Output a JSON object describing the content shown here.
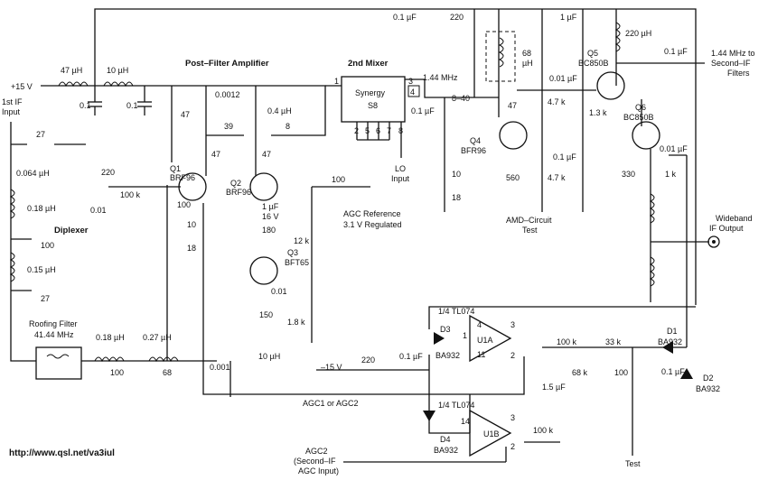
{
  "labels": {
    "supply": "+15 V",
    "ind47u": "47 µH",
    "ind10u": "10 µH",
    "cap01a": "0.1",
    "cap01b": "0.1",
    "post_filter": "Post–Filter Amplifier",
    "mixer_title": "2nd Mixer",
    "synergy": "Synergy",
    "s8": "S8",
    "mix_freq": "1.44 MHz",
    "pin1": "1",
    "pin3": "3",
    "pin4": "4",
    "pins_bottom": [
      "2",
      "5",
      "6",
      "7",
      "8"
    ],
    "lo_input": "LO",
    "lo_input2": "Input",
    "c0012": "0.0012",
    "ind04u": "0.4 µH",
    "c39": "39",
    "c8": "8",
    "r47a": "47",
    "r47b": "47",
    "r47c": "47",
    "q1": "Q1",
    "q1_type": "BRF96",
    "q2": "Q2",
    "q2_type": "BRF96",
    "q3": "Q3",
    "q3_type": "BFT65",
    "r100a": "100 k",
    "r100b": "100",
    "c001a": "0.01",
    "r10a": "10",
    "r18a": "18",
    "c1u16v": "1 µF",
    "v16": "16 V",
    "r180": "180",
    "r100c": "100",
    "agc_ref": "AGC Reference",
    "agc_ref2": "3.1 V Regulated",
    "r12k": "12 k",
    "c001b": "0.01",
    "r150": "150",
    "r18k": "1.8 k",
    "ind10u_b": "10 µH",
    "first_if": "1st IF",
    "first_if2": "Input",
    "r27": "27",
    "ind0064": "0.064 µH",
    "c220a": "220",
    "ind018a": "0.18 µH",
    "diplexer": "Diplexer",
    "c100a": "100",
    "ind015": "0.15 µH",
    "c27": "27",
    "roofing": "Roofing Filter",
    "roofing_freq": "41.44 MHz",
    "ind018b": "0.18 µH",
    "ind027": "0.27 µH",
    "c100b": "100",
    "c68": "68",
    "c0001": "0.001",
    "c01top": "0.1 µF",
    "c220top": "220",
    "c1utop": "1 µF",
    "ind220u": "220 µH",
    "ind68u": "68",
    "ind68u2": "µH",
    "c840": "8–40",
    "c01mid": "0.1 µF",
    "r47d": "47",
    "q4": "Q4",
    "q4_type": "BFR96",
    "r10b": "10",
    "r18b": "18",
    "r560": "560",
    "c001c": "0.01 µF",
    "r47k_a": "4.7 k",
    "r13k": "1.3 k",
    "c01c": "0.1 µF",
    "r47k_b": "4.7 k",
    "amd": "AMD–Circuit",
    "amd2": "Test",
    "q5": "Q5",
    "q5_type": "BC850B",
    "c01d": "0.1 µF",
    "out_label": "1.44 MHz to",
    "out_label2": "Second–IF",
    "out_label3": "Filters",
    "q6": "Q6",
    "q6_type": "BC850B",
    "c001d": "0.01 µF",
    "r330": "330",
    "r1k": "1 k",
    "wideband": "Wideband",
    "wideband2": "IF Output",
    "tl074a": "1/4 TL074",
    "u1a": "U1A",
    "d3": "D3",
    "d3_type": "BA932",
    "pin4b": "4",
    "pin1b": "1",
    "pin3b": "3",
    "pin11": "11",
    "pin2b": "2",
    "c01e": "0.1 µF",
    "minus15": "–15 V",
    "r220": "220",
    "r100k_a": "100 k",
    "r33k": "33 k",
    "d1": "D1",
    "d1_type": "BA932",
    "c15u": "1.5 µF",
    "r68k": "68 k",
    "r100d": "100",
    "c01f": "0.1 µF",
    "d2": "D2",
    "d2_type": "BA932",
    "agc12": "AGC1 or AGC2",
    "tl074b": "1/4 TL074",
    "u1b": "U1B",
    "pin14": "14",
    "pin3c": "3",
    "pin2c": "2",
    "d4": "D4",
    "d4_type": "BA932",
    "r100k_b": "100 k",
    "agc2": "AGC2",
    "agc2b": "(Second–IF",
    "agc2c": "AGC Input)",
    "test": "Test",
    "url": "http://www.qsl.net/va3iul"
  }
}
